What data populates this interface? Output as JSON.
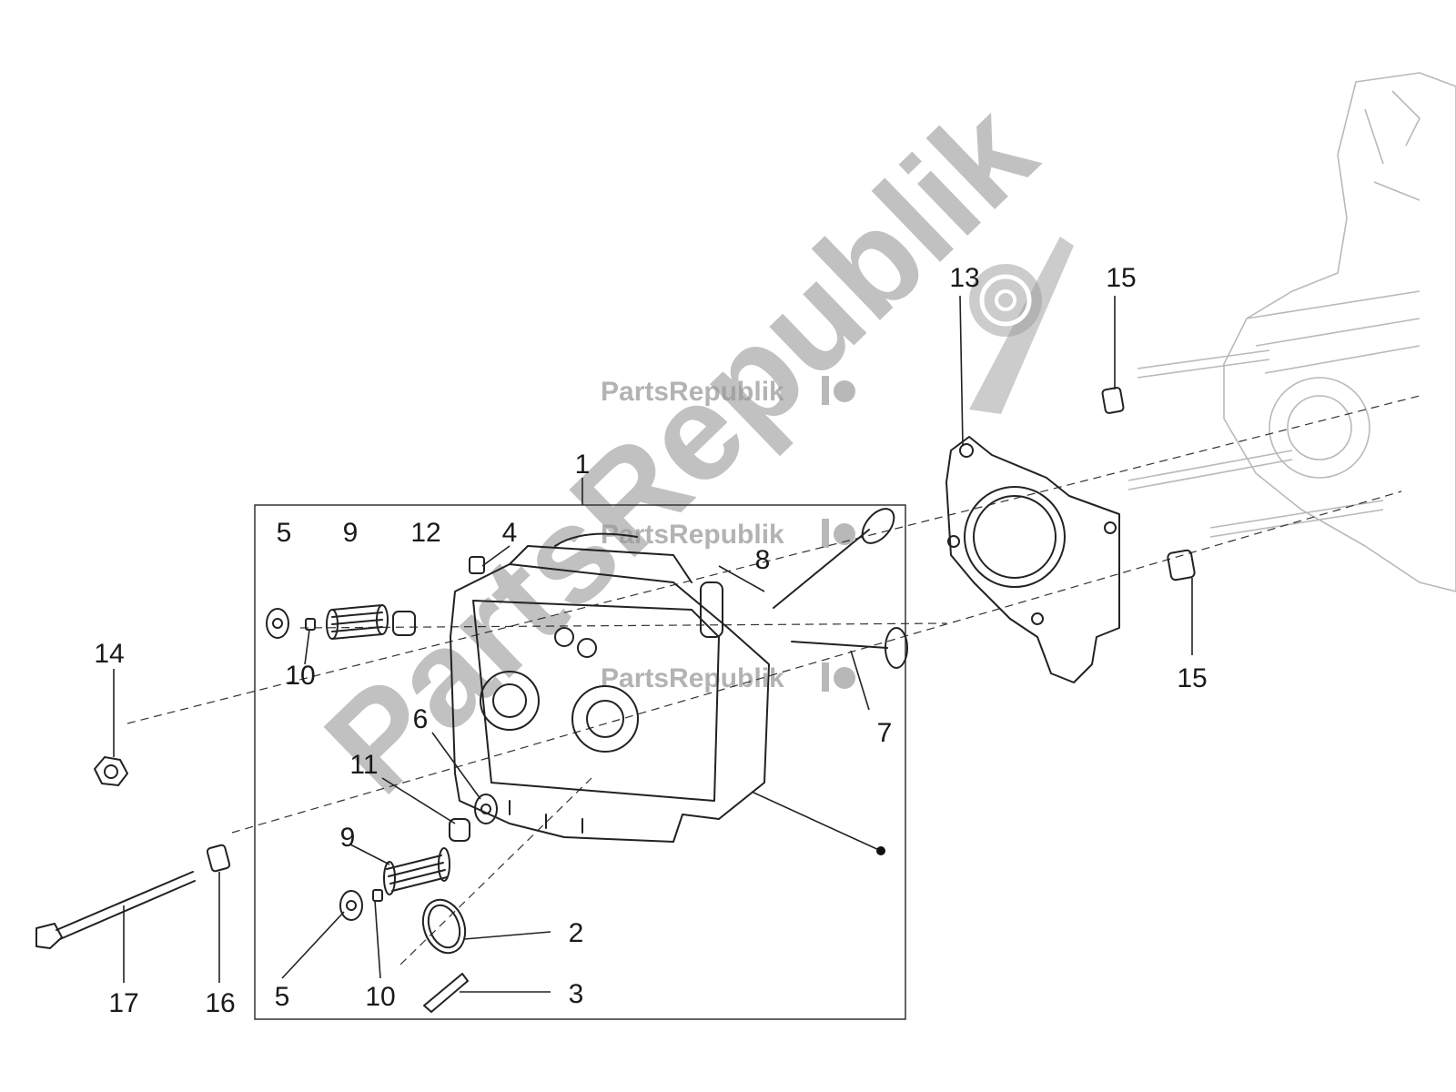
{
  "watermark": {
    "brand": "PartsRepublik",
    "big_text": "PartsRepublik"
  },
  "callouts": [
    {
      "id": "c1",
      "label": "1"
    },
    {
      "id": "c2",
      "label": "2"
    },
    {
      "id": "c3",
      "label": "3"
    },
    {
      "id": "c4",
      "label": "4"
    },
    {
      "id": "c5a",
      "label": "5"
    },
    {
      "id": "c5b",
      "label": "5"
    },
    {
      "id": "c6",
      "label": "6"
    },
    {
      "id": "c7",
      "label": "7"
    },
    {
      "id": "c8",
      "label": "8"
    },
    {
      "id": "c9a",
      "label": "9"
    },
    {
      "id": "c9b",
      "label": "9"
    },
    {
      "id": "c10a",
      "label": "10"
    },
    {
      "id": "c10b",
      "label": "10"
    },
    {
      "id": "c11",
      "label": "11"
    },
    {
      "id": "c12",
      "label": "12"
    },
    {
      "id": "c13",
      "label": "13"
    },
    {
      "id": "c14",
      "label": "14"
    },
    {
      "id": "c15a",
      "label": "15"
    },
    {
      "id": "c15b",
      "label": "15"
    },
    {
      "id": "c16",
      "label": "16"
    },
    {
      "id": "c17",
      "label": "17"
    }
  ]
}
